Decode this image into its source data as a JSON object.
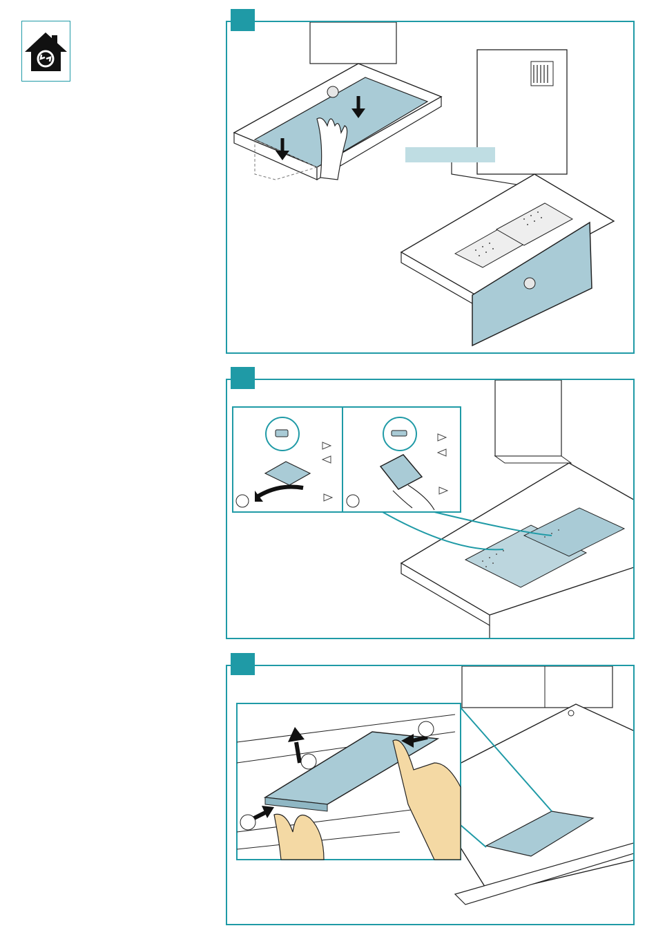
{
  "page": {
    "home_icon": "home-recirculation-icon",
    "accent_color": "#1f9aa6",
    "filter_color": "#a9cbd6"
  },
  "steps": [
    {
      "icon": "step-1-badge",
      "illustration": "open-glass-panel-and-remove-front-panel"
    },
    {
      "icon": "step-2-badge",
      "illustration": "release-filter-latch"
    },
    {
      "icon": "step-3-badge",
      "illustration": "lift-and-remove-filter"
    }
  ]
}
